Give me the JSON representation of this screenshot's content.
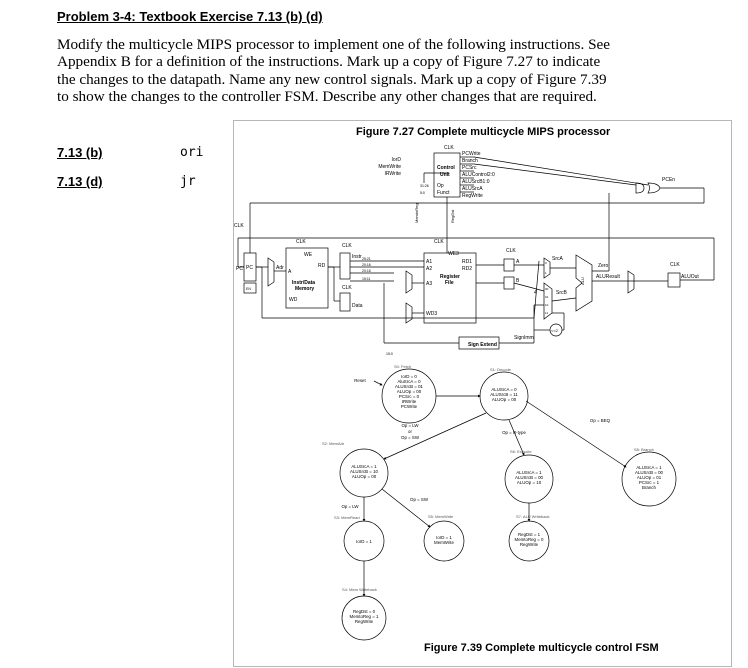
{
  "problem": {
    "title": "Problem 3-4: Textbook Exercise 7.13 (b) (d)",
    "lines": [
      "Modify the multicycle MIPS processor to implement one of the following instructions. See",
      "Appendix B for a definition of the instructions. Mark up a copy of Figure 7.27 to indicate",
      "the changes to the datapath. Name any new control signals. Mark up a copy of Figure 7.39",
      "to show the changes to the controller FSM. Describe any other changes that are required."
    ]
  },
  "exercises": [
    {
      "label": "7.13 (b)",
      "instruction": "ori"
    },
    {
      "label": "7.13 (d)",
      "instruction": "jr"
    }
  ],
  "figure": {
    "datapath_caption": "Figure 7.27 Complete multicycle MIPS processor",
    "fsm_caption": "Figure 7.39 Complete multicycle control FSM",
    "control": {
      "title": "Control",
      "unit": "Unit",
      "inputs": [
        "IorD",
        "MemWrite",
        "IRWrite"
      ],
      "outputs": [
        "PCWrite",
        "Branch",
        "PCSrc",
        "ALUControl2:0",
        "ALUSrcB1:0",
        "ALUSrcA",
        "RegWrite"
      ],
      "op": "Op",
      "funct": "Funct",
      "op_bits": "31:26",
      "funct_bits": "5:0",
      "memtoreg": "MemtoReg",
      "regdst": "RegDst"
    },
    "datapath": {
      "clk": "CLK",
      "pc": "PC",
      "pc_prime": "PC'",
      "en": "EN",
      "mem_we": "WE",
      "mem_rd": "RD",
      "mem_a": "A",
      "mem_title": "Instr/Data",
      "mem_title2": "Memory",
      "mem_wd": "WD",
      "adr": "Adr",
      "instr": "Instr",
      "data": "Data",
      "rf_we3": "WE3",
      "a1": "A1",
      "a2": "A2",
      "a3": "A3",
      "wd3": "WD3",
      "rd1": "RD1",
      "rd2": "RD2",
      "rf_title": "Register",
      "rf_title2": "File",
      "bits_25_21": "25:21",
      "bits_20_16": "20:16",
      "bits_15_11": "15:11",
      "bits_15_0": "15:0",
      "sign_extend": "Sign Extend",
      "signimm": "SignImm",
      "shift": "<<2",
      "four": "4",
      "reg_a": "A",
      "reg_b": "B",
      "srca": "SrcA",
      "srcb": "SrcB",
      "alu": "ALU",
      "zero": "Zero",
      "aluresult": "ALUResult",
      "aluout": "ALUOut",
      "pcen": "PCEn",
      "mux_labels": [
        "00",
        "01",
        "10",
        "11",
        "0",
        "1"
      ]
    },
    "fsm": {
      "states": [
        {
          "name": "S0: Fetch",
          "actions": [
            "IorD = 0",
            "AluSrcA = 0",
            "ALUSrcB = 01",
            "ALUOp = 00",
            "PCSrc = 0",
            "IRWrite",
            "PCWrite"
          ]
        },
        {
          "name": "S1: Decode",
          "actions": [
            "ALUSrcA = 0",
            "ALUSrcB = 11",
            "ALUOp = 00"
          ]
        },
        {
          "name": "S2: MemAdr",
          "actions": [
            "ALUSrcA = 1",
            "ALUSrcB = 10",
            "ALUOp = 00"
          ]
        },
        {
          "name": "S3: MemRead",
          "actions": [
            "IorD = 1"
          ]
        },
        {
          "name": "S4: Mem Writeback",
          "actions": [
            "RegDst = 0",
            "MemtoReg = 1",
            "RegWrite"
          ]
        },
        {
          "name": "S5: MemWrite",
          "actions": [
            "IorD = 1",
            "MemWrite"
          ]
        },
        {
          "name": "S6: Execute",
          "actions": [
            "ALUSrcA = 1",
            "ALUSrcB = 00",
            "ALUOp = 10"
          ]
        },
        {
          "name": "S7: ALU Writeback",
          "actions": [
            "RegDst = 1",
            "MemtoReg = 0",
            "RegWrite"
          ]
        },
        {
          "name": "S8: Branch",
          "actions": [
            "ALUSrcA = 1",
            "ALUSrcB = 00",
            "ALUOp = 01",
            "PCSrc = 1",
            "Branch"
          ]
        }
      ],
      "transitions": {
        "reset": "Reset",
        "lw_or_sw": [
          "Op = LW",
          "or",
          "Op = SW"
        ],
        "rtype": "Op = R-type",
        "beq": "Op = BEQ",
        "lw": "Op = LW",
        "sw": "Op = SW"
      }
    }
  }
}
